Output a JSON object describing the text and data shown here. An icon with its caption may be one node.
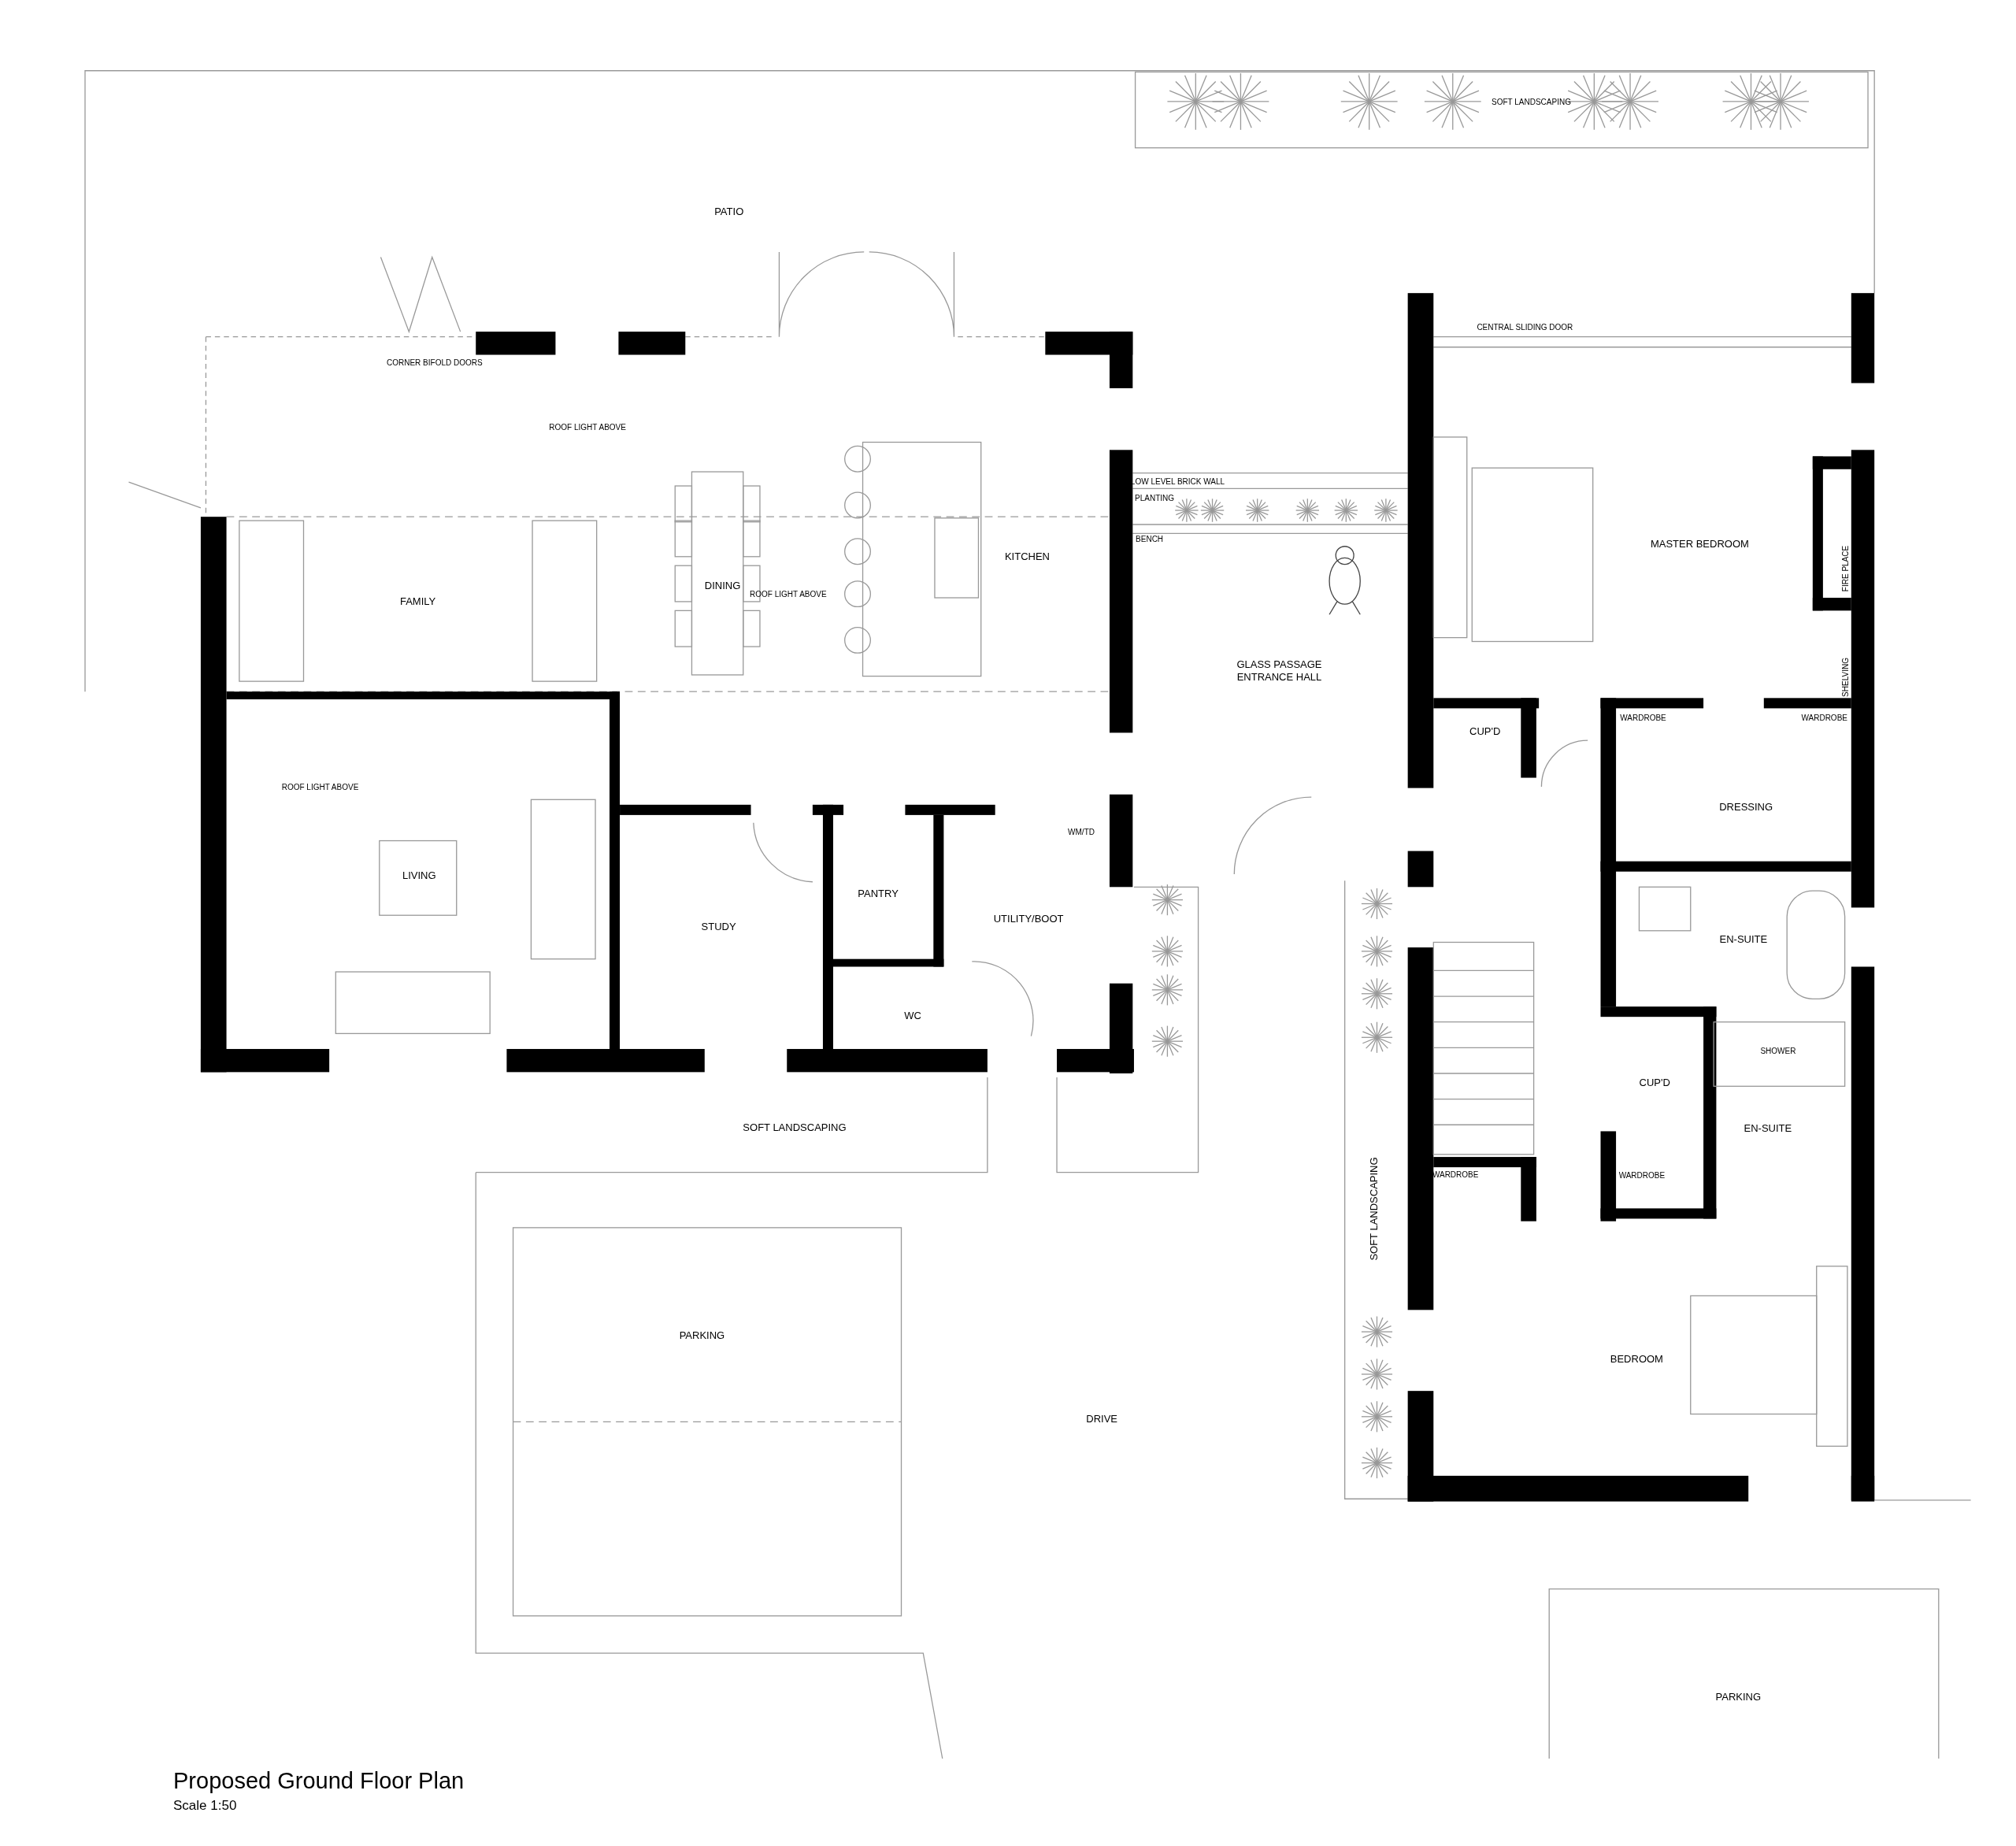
{
  "diagram": {
    "title": "Proposed Ground Floor Plan",
    "caption": "Scale 1:50",
    "labels": [
      "SOFT LANDSCAPING",
      "PATIO",
      "CENTRAL SLIDING DOOR",
      "CORNER BIFOLD DOORS",
      "ROOF LIGHT ABOVE",
      "LOW LEVEL BRICK WALL",
      "PLANTING",
      "BENCH",
      "MASTER BEDROOM",
      "KITCHEN",
      "FIRE PLACE",
      "DINING",
      "ROOF LIGHT ABOVE",
      "FAMILY",
      "GLASS PASSAGE ENTRANCE HALL",
      "SHELVING",
      "WARDROBE",
      "WARDROBE",
      "CUP'D",
      "ROOF LIGHT ABOVE",
      "DRESSING",
      "WM/TD",
      "LIVING",
      "PANTRY",
      "UTILITY/BOOT",
      "STUDY",
      "EN-SUITE",
      "WC",
      "SHOWER",
      "CUP'D",
      "EN-SUITE",
      "SOFT LANDSCAPING",
      "WARDROBE",
      "WARDROBE",
      "SOFT LANDSCAPING",
      "PARKING",
      "BEDROOM",
      "DRIVE",
      "PARKING"
    ]
  }
}
